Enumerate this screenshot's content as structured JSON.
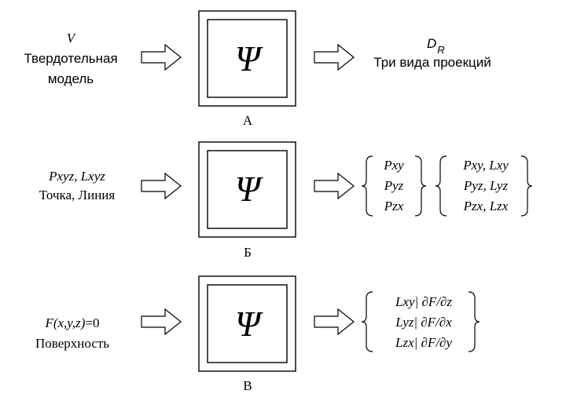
{
  "row_a": {
    "input_symbol": "V",
    "input_label_1": "Твердотельная",
    "input_label_2": "модель",
    "operator": "Ψ",
    "caption": "А",
    "output_symbol": "D",
    "output_subscript": "R",
    "output_label": "Три вида проекций"
  },
  "row_b": {
    "input_symbol": "Pxyz, Lxyz",
    "input_label": "Точка,  Линия",
    "operator": "Ψ",
    "caption": "Б",
    "set1": [
      "Pxy",
      "Pyz",
      "Pzx"
    ],
    "set2": [
      "Pxy, Lxy",
      "Pyz, Lyz",
      "Pzx, Lzx"
    ]
  },
  "row_c": {
    "input_func": "F(x,y,z)",
    "input_eq": "=0",
    "input_label": "Поверхность",
    "operator": "Ψ",
    "caption": "В",
    "set": [
      "Lxy| ∂F/∂z",
      "Lyz| ∂F/∂x",
      "Lzx| ∂F/∂y"
    ]
  }
}
